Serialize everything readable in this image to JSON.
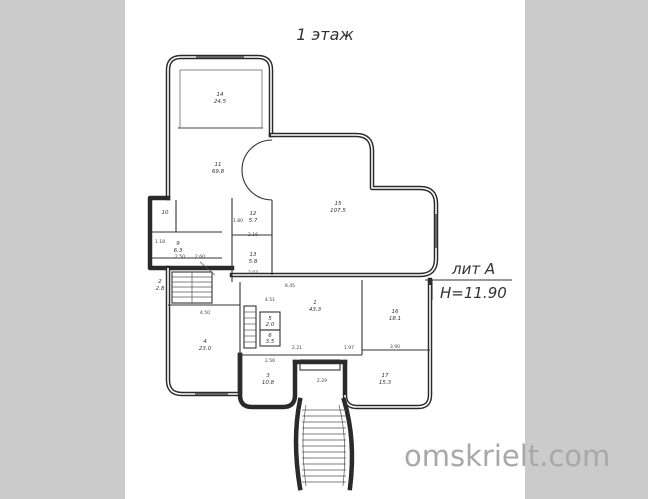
{
  "title": "1 этаж",
  "lit": "лит А",
  "height": "Н=11.90",
  "watermark": "omskrielt.com",
  "colors": {
    "background": "#cbcbcb",
    "paper": "#ffffff",
    "ink": "#2a2a2a",
    "watermark": "#a8a8a8"
  },
  "rooms": [
    {
      "num": "14",
      "area": "24.5"
    },
    {
      "num": "11",
      "area": "69.8"
    },
    {
      "num": "15",
      "area": "107.5"
    },
    {
      "num": "1",
      "area": "43.3"
    },
    {
      "num": "16",
      "area": "18.1"
    },
    {
      "num": "4",
      "area": "23.0"
    },
    {
      "num": "3",
      "area": "10.8"
    },
    {
      "num": "17",
      "area": "15.3"
    },
    {
      "num": "12",
      "area": "5.7"
    },
    {
      "num": "13",
      "area": "5.8"
    },
    {
      "num": "9",
      "area": "6.3"
    },
    {
      "num": "2",
      "area": "2.8"
    },
    {
      "num": "10",
      "area": ""
    },
    {
      "num": "5",
      "area": "2.0"
    },
    {
      "num": "6",
      "area": "3.5"
    }
  ],
  "dims": [
    "4.50",
    "4.51",
    "8.45",
    "3.90",
    "2.29",
    "1.97",
    "2.21",
    "2.56",
    "2.07",
    "2.16",
    "1.80",
    "1.18",
    "2.50",
    "2.60"
  ]
}
